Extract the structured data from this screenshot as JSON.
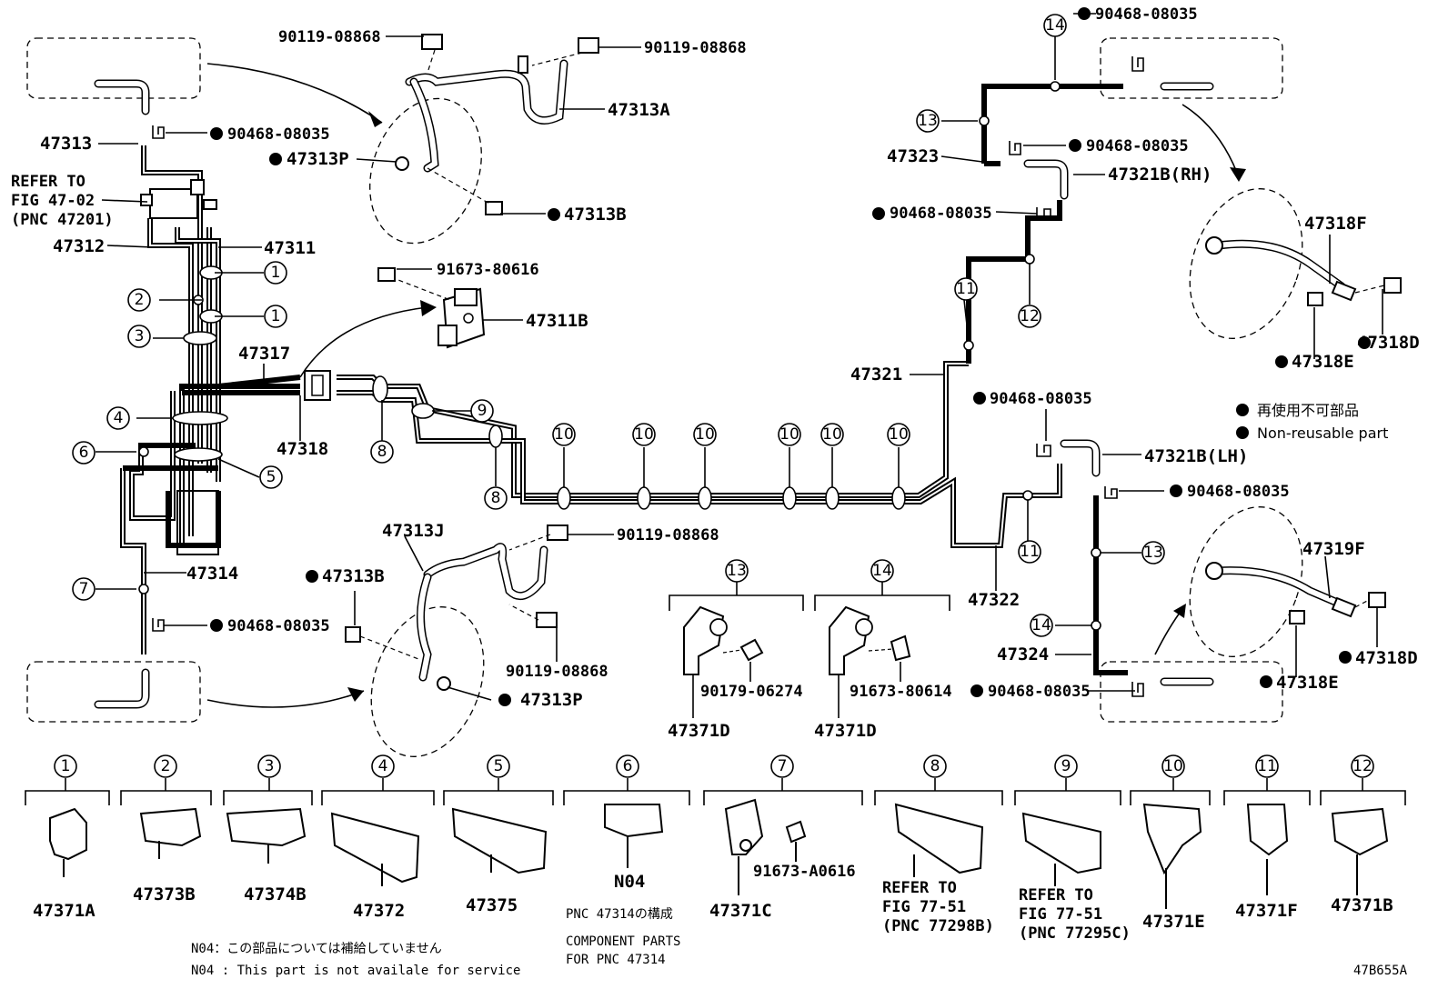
{
  "part_labels": {
    "p90119_08868_a": "90119-08868",
    "p90119_08868_b": "90119-08868",
    "p47313A": "47313A",
    "p47313": "47313",
    "p90468_top_left": "90468-08035",
    "p47313P_top": "47313P",
    "p47313B_top": "47313B",
    "refer_top_1": "REFER TO",
    "refer_top_2": "FIG 47-02",
    "refer_top_3": "(PNC 47201)",
    "p47312": "47312",
    "p47311": "47311",
    "p91673_80616": "91673-80616",
    "p47311B": "47311B",
    "p47317": "47317",
    "p47318": "47318",
    "p47314": "47314",
    "p90468_bottom_left": "90468-08035",
    "p47313J": "47313J",
    "p90119_08868_c": "90119-08868",
    "p47313B_bottom": "47313B",
    "p90119_08868_d": "90119-08868",
    "p47313P_bottom": "47313P",
    "p90468_top_right": "90468-08035",
    "p90468_mid_right": "90468-08035",
    "p47323": "47323",
    "p47321B_RH": "47321B(RH)",
    "p90468_left_right": "90468-08035",
    "p47318F": "47318F",
    "p47318D_top": "47318D",
    "p47318E_top": "47318E",
    "p47321": "47321",
    "p90468_lh": "90468-08035",
    "p47321B_LH": "47321B(LH)",
    "p90468_lh2": "90468-08035",
    "p47322": "47322",
    "p47319F": "47319F",
    "p47324": "47324",
    "p47318D_bottom": "47318D",
    "p47318E_bottom": "47318E",
    "p90468_bottom_right": "90468-08035",
    "p90179_06274": "90179-06274",
    "p91673_80614": "91673-80614",
    "p47371D_a": "47371D",
    "p47371D_b": "47371D",
    "p47371A": "47371A",
    "p47373B": "47373B",
    "p47374B": "47374B",
    "p47372": "47372",
    "p47375": "47375",
    "pN04": "N04",
    "p47371C": "47371C",
    "p91673_A0616": "91673-A0616",
    "refer8_1": "REFER TO",
    "refer8_2": "FIG 77-51",
    "refer8_3": "(PNC 77298B)",
    "refer9_1": "REFER TO",
    "refer9_2": "FIG 77-51",
    "refer9_3": "(PNC 77295C)",
    "p47371E": "47371E",
    "p47371F": "47371F",
    "p47371B": "47371B"
  },
  "callouts": {
    "c1": "1",
    "c2": "2",
    "c3": "3",
    "c4": "4",
    "c5": "5",
    "c6": "6",
    "c7": "7",
    "c8": "8",
    "c9": "9",
    "c10": "10",
    "c11": "11",
    "c12": "12",
    "c13": "13",
    "c14": "14"
  },
  "legend": {
    "jp": "再使用不可部品",
    "en": "Non-reusable part"
  },
  "notes": {
    "pnc_jp": "PNC 47314の構成",
    "comp1": "COMPONENT PARTS",
    "comp2": "FOR PNC 47314",
    "n04_jp": "N04：この部品については補給していません",
    "n04_en": "N04 : This part is not availale for service",
    "figure_id": "47B655A"
  }
}
